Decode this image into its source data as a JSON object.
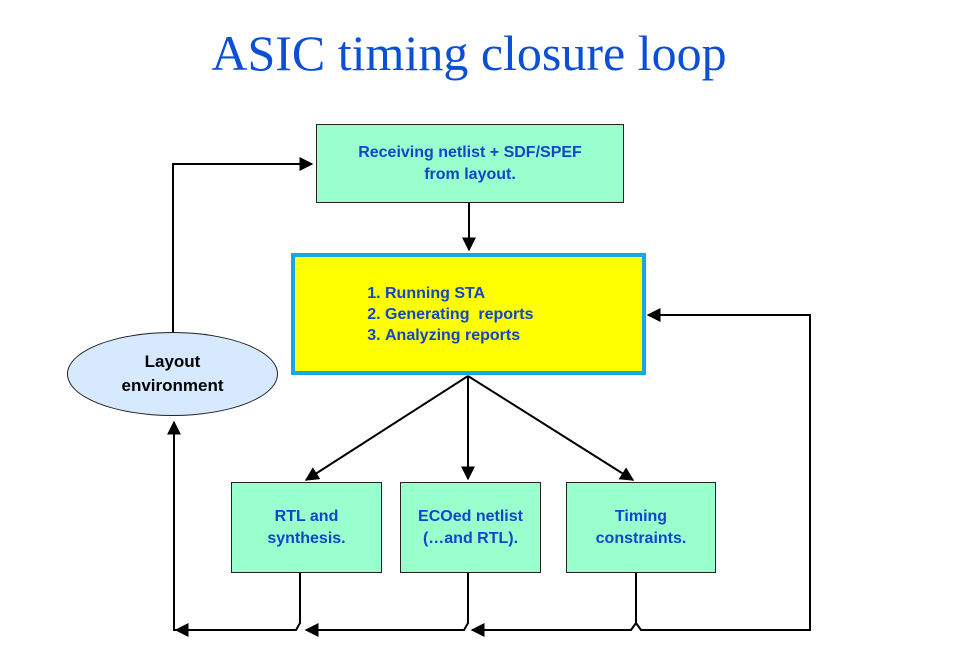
{
  "title": "ASIC timing closure loop",
  "nodes": {
    "receive": {
      "lines": [
        "Receiving netlist + SDF/SPEF",
        "from layout."
      ],
      "fill": "#99ffcc"
    },
    "sta": {
      "steps": [
        "Running STA",
        "Generating  reports",
        "Analyzing reports"
      ],
      "fill": "#ffff00",
      "border": "#14a8e8"
    },
    "layout": {
      "lines": [
        "Layout",
        "environment"
      ],
      "fill": "#d6e9ff"
    },
    "rtl": {
      "lines": [
        "RTL and",
        "synthesis."
      ]
    },
    "eco": {
      "lines": [
        "ECOed netlist",
        "(…and RTL)."
      ]
    },
    "constraints": {
      "lines": [
        "Timing",
        "constraints."
      ]
    }
  },
  "edges": [
    {
      "from": "layout",
      "to": "receive"
    },
    {
      "from": "receive",
      "to": "sta"
    },
    {
      "from": "sta",
      "to": "rtl"
    },
    {
      "from": "sta",
      "to": "eco"
    },
    {
      "from": "sta",
      "to": "constraints"
    },
    {
      "from": "rtl",
      "to": "layout"
    },
    {
      "from": "eco",
      "to": "layout"
    },
    {
      "from": "constraints",
      "to": "layout"
    },
    {
      "from": "constraints",
      "to": "sta"
    }
  ],
  "colors": {
    "title": "#0a4fd6",
    "node_text": "#1345c8"
  }
}
